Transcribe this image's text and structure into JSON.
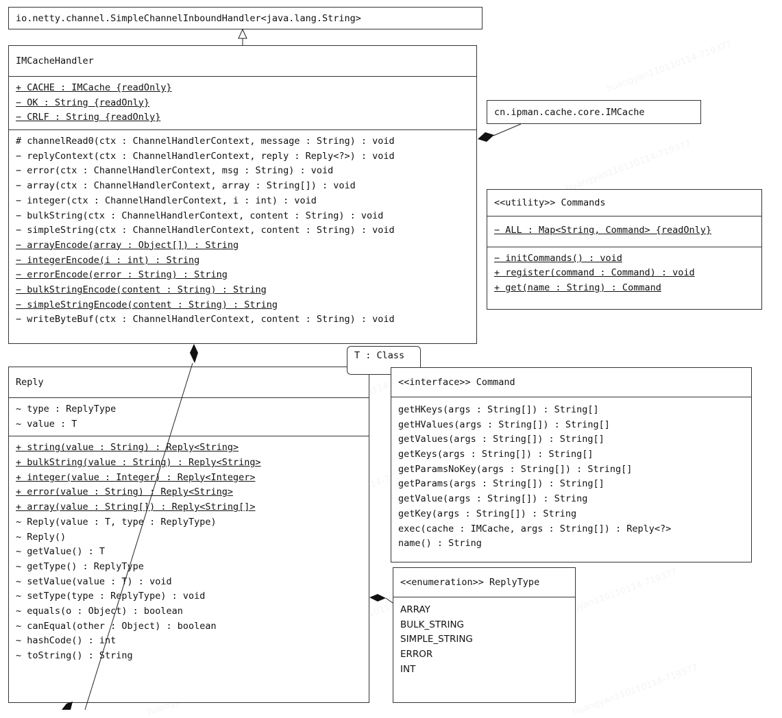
{
  "watermark": "huangyan110110114-719377",
  "base_class": {
    "name": "io.netty.channel.SimpleChannelInboundHandler<java.lang.String>"
  },
  "imcache_handler": {
    "name": "IMCacheHandler",
    "fields": [
      "+ CACHE : IMCache {readOnly}",
      "− OK : String {readOnly}",
      "− CRLF : String {readOnly}"
    ],
    "methods": [
      {
        "text": "# channelRead0(ctx : ChannelHandlerContext, message : String) : void",
        "static": false
      },
      {
        "text": "− replyContext(ctx : ChannelHandlerContext, reply : Reply<?>) : void",
        "static": false
      },
      {
        "text": "− error(ctx : ChannelHandlerContext, msg : String) : void",
        "static": false
      },
      {
        "text": "− array(ctx : ChannelHandlerContext, array : String[]) : void",
        "static": false
      },
      {
        "text": "− integer(ctx : ChannelHandlerContext, i : int) : void",
        "static": false
      },
      {
        "text": "− bulkString(ctx : ChannelHandlerContext, content : String) : void",
        "static": false
      },
      {
        "text": "− simpleString(ctx : ChannelHandlerContext, content : String) : void",
        "static": false
      },
      {
        "text": "− arrayEncode(array : Object[]) : String",
        "static": true
      },
      {
        "text": "− integerEncode(i : int) : String",
        "static": true
      },
      {
        "text": "− errorEncode(error : String) : String",
        "static": true
      },
      {
        "text": "− bulkStringEncode(content : String) : String",
        "static": true
      },
      {
        "text": "− simpleStringEncode(content : String) : String",
        "static": true
      },
      {
        "text": "− writeByteBuf(ctx : ChannelHandlerContext, content : String) : void",
        "static": false
      }
    ]
  },
  "imcache": {
    "name": "cn.ipman.cache.core.IMCache"
  },
  "commands": {
    "name": "<<utility>> Commands",
    "fields": [
      "− ALL : Map<String, Command> {readOnly}"
    ],
    "methods": [
      "− initCommands() : void",
      "+ register(command : Command) : void",
      "+ get(name : String) : Command"
    ]
  },
  "template_param": "T : Class",
  "reply": {
    "name": "Reply",
    "fields": [
      "~ type : ReplyType",
      "~ value : T"
    ],
    "methods": [
      {
        "text": "+ string(value : String) : Reply<String>",
        "static": true
      },
      {
        "text": "+ bulkString(value : String) : Reply<String>",
        "static": true
      },
      {
        "text": "+ integer(value : Integer) : Reply<Integer>",
        "static": true
      },
      {
        "text": "+ error(value : String) : Reply<String>",
        "static": true
      },
      {
        "text": "+ array(value : String[]) : Reply<String[]>",
        "static": true
      },
      {
        "text": "~ Reply(value : T, type : ReplyType)",
        "static": false
      },
      {
        "text": "~ Reply()",
        "static": false
      },
      {
        "text": "~ getValue() : T",
        "static": false
      },
      {
        "text": "~ getType() : ReplyType",
        "static": false
      },
      {
        "text": "~ setValue(value : T) : void",
        "static": false
      },
      {
        "text": "~ setType(type : ReplyType) : void",
        "static": false
      },
      {
        "text": "~ equals(o : Object) : boolean",
        "static": false
      },
      {
        "text": "~ canEqual(other : Object) : boolean",
        "static": false
      },
      {
        "text": "~ hashCode() : int",
        "static": false
      },
      {
        "text": "~ toString() : String",
        "static": false
      }
    ]
  },
  "command": {
    "name": "<<interface>> Command",
    "methods": [
      "getHKeys(args : String[]) : String[]",
      "getHValues(args : String[]) : String[]",
      "getValues(args : String[]) : String[]",
      "getKeys(args : String[]) : String[]",
      "getParamsNoKey(args : String[]) : String[]",
      "getParams(args : String[]) : String[]",
      "getValue(args : String[]) : String",
      "getKey(args : String[]) : String",
      "exec(cache : IMCache, args : String[]) : Reply<?>",
      "name() : String"
    ]
  },
  "reply_type": {
    "name": "<<enumeration>> ReplyType",
    "literals": [
      "ARRAY",
      "BULK_STRING",
      "SIMPLE_STRING",
      "ERROR",
      "INT"
    ]
  }
}
